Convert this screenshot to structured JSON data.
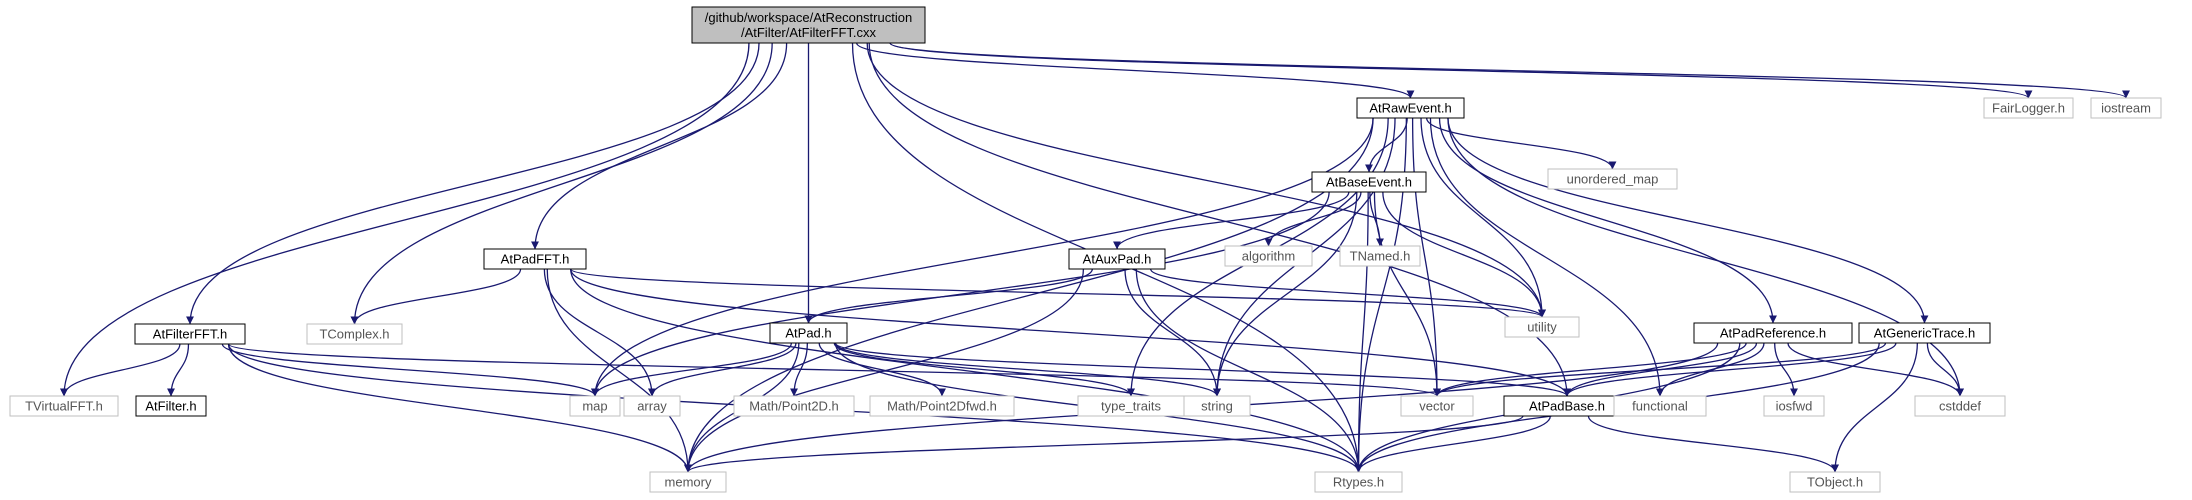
{
  "colors": {
    "edge": "#191970",
    "root_fill": "#bfbfbf",
    "root_stroke": "#000000",
    "local_stroke": "#000000",
    "system_stroke": "#bfbfbf",
    "system_text": "#555555",
    "text": "#000000"
  },
  "nodes": [
    {
      "id": "root",
      "kind": "root",
      "lines": [
        "/github/workspace/AtReconstruction",
        "/AtFilter/AtFilterFFT.cxx"
      ]
    },
    {
      "id": "atrawevent",
      "kind": "local",
      "lines": [
        "AtRawEvent.h"
      ]
    },
    {
      "id": "fairlogger",
      "kind": "system",
      "lines": [
        "FairLogger.h"
      ]
    },
    {
      "id": "iostream",
      "kind": "system",
      "lines": [
        "iostream"
      ]
    },
    {
      "id": "atbaseevent",
      "kind": "local",
      "lines": [
        "AtBaseEvent.h"
      ]
    },
    {
      "id": "unordered_map",
      "kind": "system",
      "lines": [
        "unordered_map"
      ]
    },
    {
      "id": "atpadfft",
      "kind": "local",
      "lines": [
        "AtPadFFT.h"
      ]
    },
    {
      "id": "ataux",
      "kind": "local",
      "lines": [
        "AtAuxPad.h"
      ]
    },
    {
      "id": "algorithm",
      "kind": "system",
      "lines": [
        "algorithm"
      ]
    },
    {
      "id": "tnamed",
      "kind": "system",
      "lines": [
        "TNamed.h"
      ]
    },
    {
      "id": "tcomplex",
      "kind": "system",
      "lines": [
        "TComplex.h"
      ]
    },
    {
      "id": "utility",
      "kind": "system",
      "lines": [
        "utility"
      ]
    },
    {
      "id": "atfilterffth",
      "kind": "local",
      "lines": [
        "AtFilterFFT.h"
      ]
    },
    {
      "id": "atpad",
      "kind": "local",
      "lines": [
        "AtPad.h"
      ]
    },
    {
      "id": "atpadreference",
      "kind": "local",
      "lines": [
        "AtPadReference.h"
      ]
    },
    {
      "id": "atgenerictrace",
      "kind": "local",
      "lines": [
        "AtGenericTrace.h"
      ]
    },
    {
      "id": "tvirtualfft",
      "kind": "system",
      "lines": [
        "TVirtualFFT.h"
      ]
    },
    {
      "id": "atfilter",
      "kind": "local",
      "lines": [
        "AtFilter.h"
      ]
    },
    {
      "id": "map",
      "kind": "system",
      "lines": [
        "map"
      ]
    },
    {
      "id": "array",
      "kind": "system",
      "lines": [
        "array"
      ]
    },
    {
      "id": "point2d",
      "kind": "system",
      "lines": [
        "Math/Point2D.h"
      ]
    },
    {
      "id": "point2dfwd",
      "kind": "system",
      "lines": [
        "Math/Point2Dfwd.h"
      ]
    },
    {
      "id": "type_traits",
      "kind": "system",
      "lines": [
        "type_traits"
      ]
    },
    {
      "id": "string",
      "kind": "system",
      "lines": [
        "string"
      ]
    },
    {
      "id": "vector",
      "kind": "system",
      "lines": [
        "vector"
      ]
    },
    {
      "id": "atpadbase",
      "kind": "local",
      "lines": [
        "AtPadBase.h"
      ]
    },
    {
      "id": "functional",
      "kind": "system",
      "lines": [
        "functional"
      ]
    },
    {
      "id": "iosfwd",
      "kind": "system",
      "lines": [
        "iosfwd"
      ]
    },
    {
      "id": "cstddef",
      "kind": "system",
      "lines": [
        "cstddef"
      ]
    },
    {
      "id": "memory",
      "kind": "system",
      "lines": [
        "memory"
      ]
    },
    {
      "id": "rtypes",
      "kind": "system",
      "lines": [
        "Rtypes.h"
      ]
    },
    {
      "id": "tobject",
      "kind": "system",
      "lines": [
        "TObject.h"
      ]
    }
  ],
  "edges": [
    [
      "root",
      "atrawevent"
    ],
    [
      "root",
      "fairlogger"
    ],
    [
      "root",
      "iostream"
    ],
    [
      "root",
      "atpadfft"
    ],
    [
      "root",
      "atpad"
    ],
    [
      "root",
      "tcomplex"
    ],
    [
      "root",
      "atfilterffth"
    ],
    [
      "root",
      "tvirtualfft"
    ],
    [
      "root",
      "rtypes"
    ],
    [
      "root",
      "utility"
    ],
    [
      "root",
      "atpadbase"
    ],
    [
      "atrawevent",
      "atbaseevent"
    ],
    [
      "atrawevent",
      "unordered_map"
    ],
    [
      "atrawevent",
      "utility"
    ],
    [
      "atrawevent",
      "atpadreference"
    ],
    [
      "atrawevent",
      "atgenerictrace"
    ],
    [
      "atrawevent",
      "cstddef"
    ],
    [
      "atrawevent",
      "rtypes"
    ],
    [
      "atrawevent",
      "map"
    ],
    [
      "atrawevent",
      "memory"
    ],
    [
      "atrawevent",
      "type_traits"
    ],
    [
      "atrawevent",
      "string"
    ],
    [
      "atrawevent",
      "vector"
    ],
    [
      "atrawevent",
      "functional"
    ],
    [
      "atbaseevent",
      "ataux"
    ],
    [
      "atbaseevent",
      "algorithm"
    ],
    [
      "atbaseevent",
      "tnamed"
    ],
    [
      "atbaseevent",
      "utility"
    ],
    [
      "atbaseevent",
      "vector"
    ],
    [
      "atbaseevent",
      "rtypes"
    ],
    [
      "atbaseevent",
      "map"
    ],
    [
      "atbaseevent",
      "string"
    ],
    [
      "ataux",
      "atpad"
    ],
    [
      "ataux",
      "utility"
    ],
    [
      "ataux",
      "string"
    ],
    [
      "ataux",
      "memory"
    ],
    [
      "ataux",
      "rtypes"
    ],
    [
      "atpadfft",
      "tcomplex"
    ],
    [
      "atpadfft",
      "utility"
    ],
    [
      "atpadfft",
      "atpadbase"
    ],
    [
      "atpadfft",
      "array"
    ],
    [
      "atpadfft",
      "memory"
    ],
    [
      "atpadfft",
      "rtypes"
    ],
    [
      "atfilterffth",
      "tvirtualfft"
    ],
    [
      "atfilterffth",
      "atfilter"
    ],
    [
      "atfilterffth",
      "map"
    ],
    [
      "atfilterffth",
      "memory"
    ],
    [
      "atfilterffth",
      "rtypes"
    ],
    [
      "atfilterffth",
      "vector"
    ],
    [
      "atpad",
      "map"
    ],
    [
      "atpad",
      "array"
    ],
    [
      "atpad",
      "point2d"
    ],
    [
      "atpad",
      "point2dfwd"
    ],
    [
      "atpad",
      "type_traits"
    ],
    [
      "atpad",
      "string"
    ],
    [
      "atpad",
      "atpadbase"
    ],
    [
      "atpad",
      "memory"
    ],
    [
      "atpad",
      "rtypes"
    ],
    [
      "atpadreference",
      "vector"
    ],
    [
      "atpadreference",
      "atpadbase"
    ],
    [
      "atpadreference",
      "functional"
    ],
    [
      "atpadreference",
      "iosfwd"
    ],
    [
      "atpadreference",
      "cstddef"
    ],
    [
      "atpadreference",
      "rtypes"
    ],
    [
      "atpadreference",
      "memory"
    ],
    [
      "atgenerictrace",
      "vector"
    ],
    [
      "atgenerictrace",
      "atpadbase"
    ],
    [
      "atgenerictrace",
      "cstddef"
    ],
    [
      "atgenerictrace",
      "rtypes"
    ],
    [
      "atgenerictrace",
      "tobject"
    ],
    [
      "atpadbase",
      "memory"
    ],
    [
      "atpadbase",
      "rtypes"
    ],
    [
      "atpadbase",
      "tobject"
    ]
  ]
}
